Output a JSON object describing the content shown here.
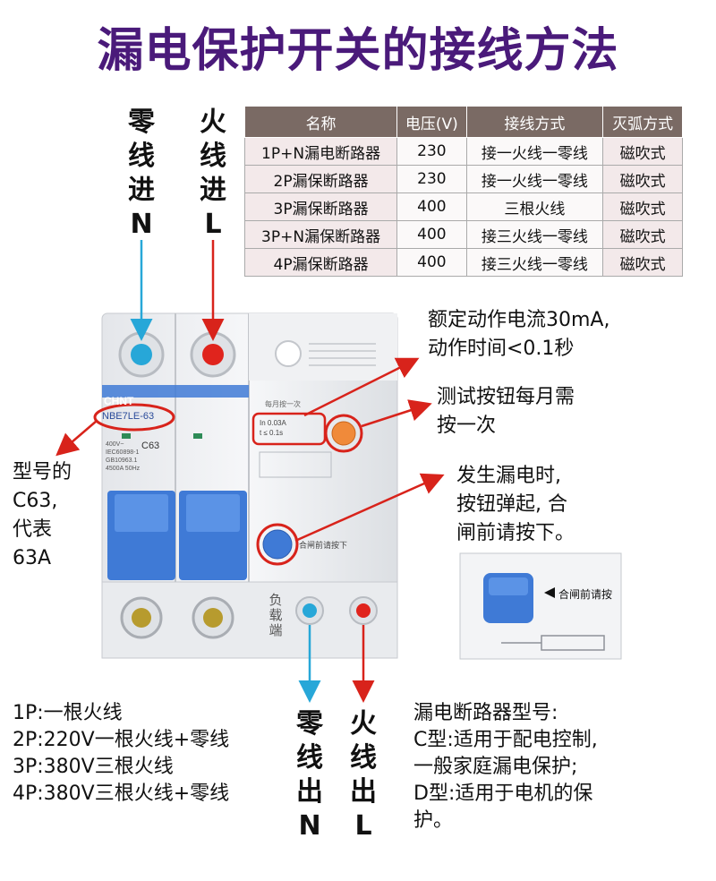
{
  "title": "漏电保护开关的接线方法",
  "input_labels": {
    "neutral_in": [
      "零",
      "线",
      "进",
      "N"
    ],
    "live_in": [
      "火",
      "线",
      "进",
      "L"
    ]
  },
  "output_labels": {
    "neutral_out": [
      "零",
      "线",
      "出",
      "N"
    ],
    "live_out": [
      "火",
      "线",
      "出",
      "L"
    ]
  },
  "table": {
    "headers": [
      "名称",
      "电压(V)",
      "接线方式",
      "灭弧方式"
    ],
    "rows": [
      [
        "1P+N漏电断路器",
        "230",
        "接一火线一零线",
        "磁吹式"
      ],
      [
        "2P漏保断路器",
        "230",
        "接一火线一零线",
        "磁吹式"
      ],
      [
        "3P漏保断路器",
        "400",
        "三根火线",
        "磁吹式"
      ],
      [
        "3P+N漏保断路器",
        "400",
        "接三火线一零线",
        "磁吹式"
      ],
      [
        "4P漏保断路器",
        "400",
        "接三火线一零线",
        "磁吹式"
      ]
    ]
  },
  "annotations": {
    "rated_current": [
      "额定动作电流30mA,",
      "动作时间<0.1秒"
    ],
    "test_button": [
      "测试按钮每月需",
      "按一次"
    ],
    "leak_trip": [
      "发生漏电时,",
      "按钮弹起, 合",
      "闸前请按下。"
    ],
    "model": [
      "型号的",
      "C63,",
      "代表",
      "63A"
    ]
  },
  "device": {
    "brand": "CHNT",
    "model": "NBE7LE-63",
    "rating": "C63",
    "spec_lines": [
      "400V~",
      "IEC60898-1",
      "GB10963.1",
      "4500A 50Hz"
    ],
    "test_spec": [
      "In 0.03A",
      "t ≤ 0.1s"
    ],
    "reset_label": "合闸前请按下",
    "load_label": [
      "负",
      "载",
      "端"
    ],
    "test_header": "每月按一次"
  },
  "inset_label": "合闸前请按",
  "pole_legend": [
    "1P:一根火线",
    "2P:220V一根火线+零线",
    "3P:380V三根火线",
    "4P:380V三根火线+零线"
  ],
  "type_legend": [
    "漏电断路器型号:",
    "C型:适用于配电控制,",
    "一般家庭漏电保护;",
    "D型:适用于电机的保",
    "护。"
  ],
  "colors": {
    "title": "#4a1a7a",
    "neutral": "#27a7d8",
    "live": "#e0241d",
    "arrow": "#d8231b",
    "breaker_blue": "#3f7ad6",
    "table_header": "#7a6a64"
  }
}
